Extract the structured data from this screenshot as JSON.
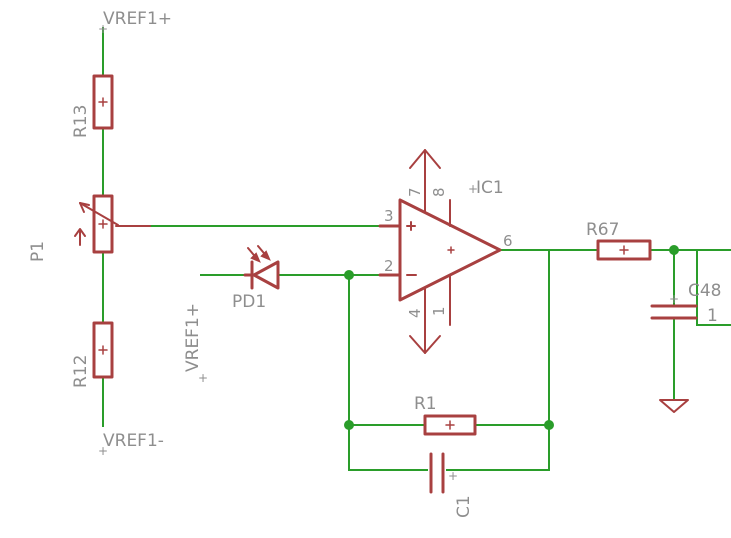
{
  "labels": {
    "vref_top": "VREF1+",
    "vref_bottom": "VREF1-",
    "vref_side": "VREF1+",
    "r13": "R13",
    "r12": "R12",
    "p1": "P1",
    "pd1": "PD1",
    "ic1": "IC1",
    "r67": "R67",
    "c48": "C48",
    "c48_pin": "1",
    "r1": "R1",
    "c1": "C1"
  },
  "pins": {
    "in_plus": "3",
    "in_minus": "2",
    "out": "6",
    "supply_a": "7",
    "supply_b": "8",
    "supply_c": "4",
    "supply_d": "1"
  },
  "glyphs": {
    "origin": "+"
  },
  "colors": {
    "wire": "#2a9d2a",
    "component": "#a84040",
    "label": "#8e8e8e",
    "background": "#ffffff"
  }
}
